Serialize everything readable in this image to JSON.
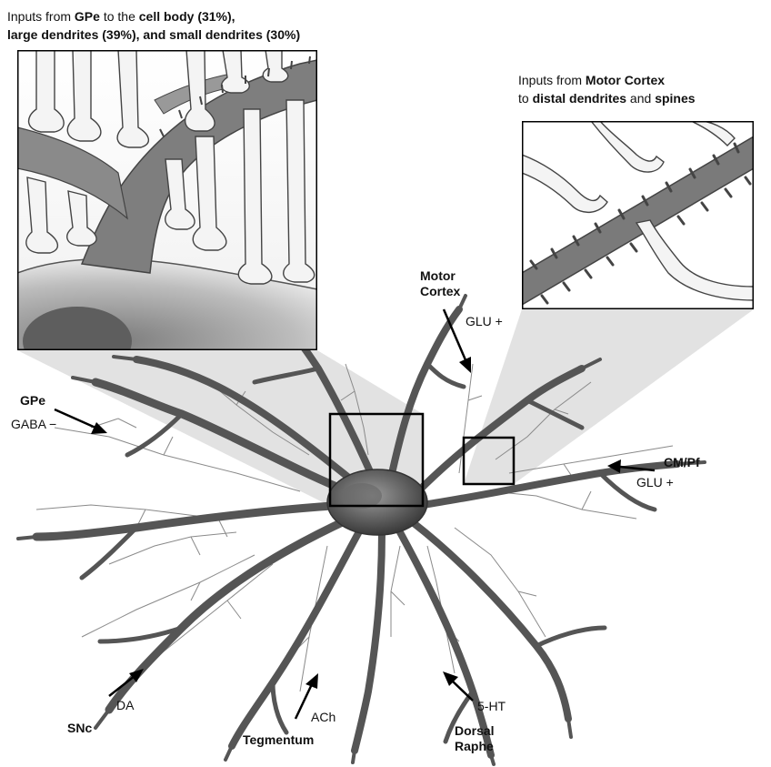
{
  "captions": {
    "gpe_inset": {
      "line1": [
        {
          "text": "Inputs from ",
          "bold": false
        },
        {
          "text": "GPe",
          "bold": true
        },
        {
          "text": " to the ",
          "bold": false
        },
        {
          "text": "cell body",
          "bold": true
        },
        {
          "text": " (31%),",
          "bold": true
        }
      ],
      "line2": [
        {
          "text": "large dendrites",
          "bold": true
        },
        {
          "text": " (39%), and ",
          "bold": true
        },
        {
          "text": "small dendrites",
          "bold": true
        },
        {
          "text": " (30%)",
          "bold": true
        }
      ]
    },
    "motor_inset": {
      "line1": [
        {
          "text": "Inputs from ",
          "bold": false
        },
        {
          "text": "Motor Cortex",
          "bold": true
        }
      ],
      "line2": [
        {
          "text": "to ",
          "bold": false
        },
        {
          "text": "distal dendrites",
          "bold": true
        },
        {
          "text": " and ",
          "bold": false
        },
        {
          "text": "spines",
          "bold": true
        }
      ]
    }
  },
  "inputs": {
    "motor_cortex": {
      "source": "Motor\nCortex",
      "transmitter": "GLU +"
    },
    "gpe": {
      "source": "GPe",
      "transmitter": "GABA −"
    },
    "cmpf": {
      "source": "CM/Pf",
      "transmitter": "GLU +"
    },
    "snc": {
      "source": "SNc",
      "transmitter": "DA"
    },
    "tegmentum": {
      "source": "Tegmentum",
      "transmitter": "ACh"
    },
    "dorsal_raphe": {
      "source": "Dorsal\nRaphe",
      "transmitter": "5-HT"
    }
  }
}
